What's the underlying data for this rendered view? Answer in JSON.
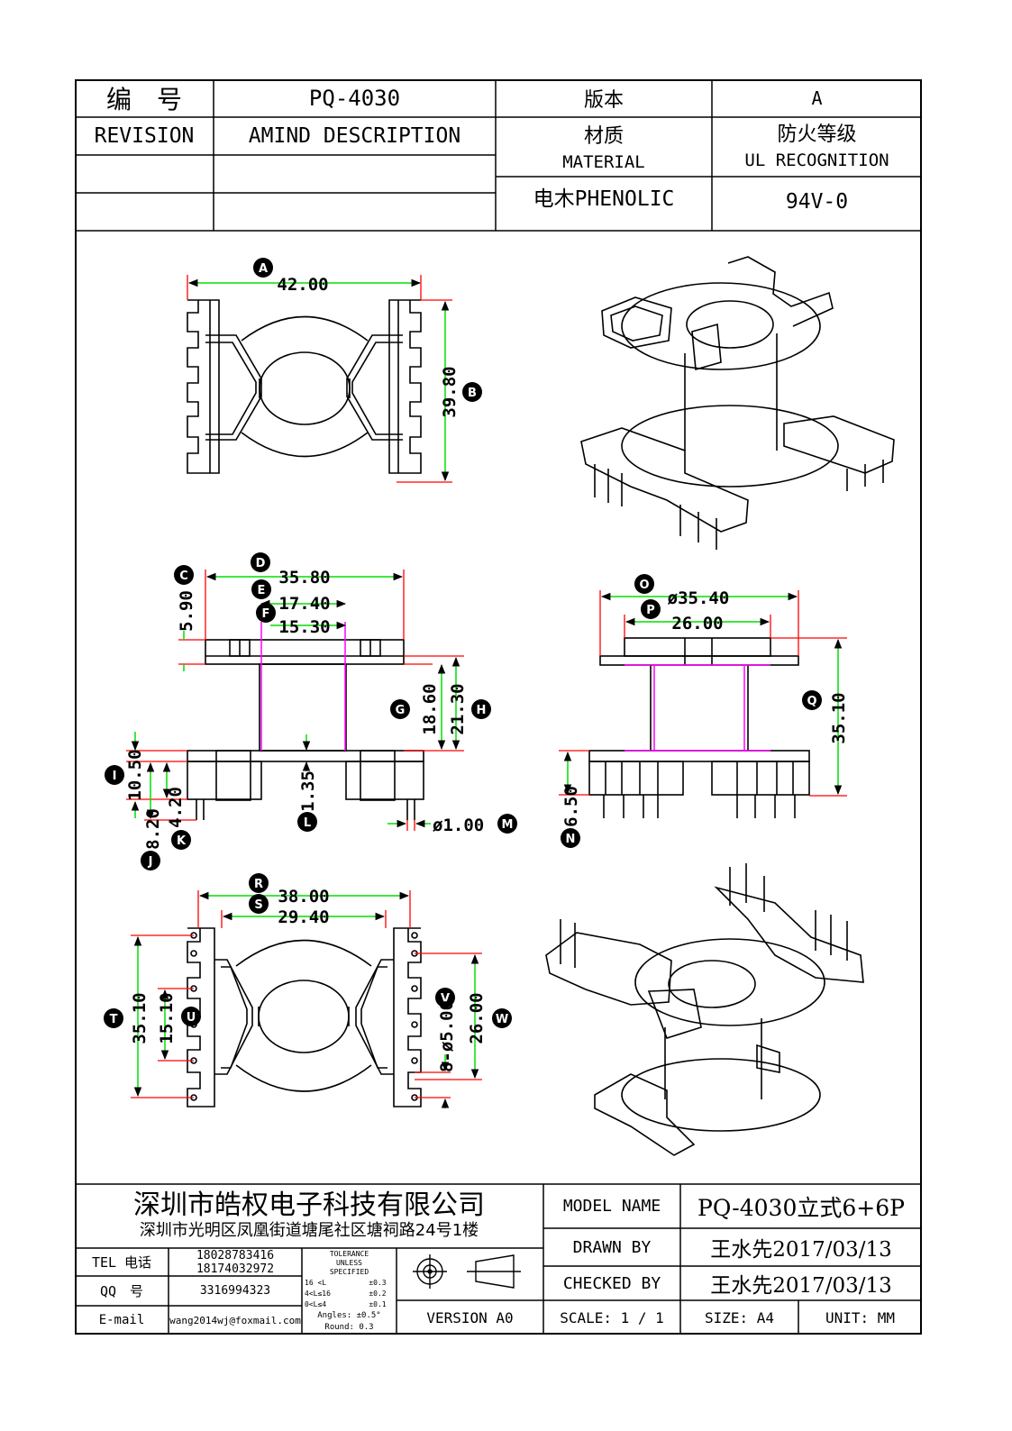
{
  "header": {
    "bianhao_label": "编　号",
    "part_no": "PQ-4030",
    "version_label": "版本",
    "version_value": "A",
    "revision_label": "REVISION",
    "amind_label": "AMIND DESCRIPTION",
    "material_cn": "材质",
    "material_en": "MATERIAL",
    "fire_cn": "防火等级",
    "fire_en": "UL RECOGNITION",
    "material_value": "电木PHENOLIC",
    "fire_value": "94V-0"
  },
  "dimensions": {
    "A": {
      "letter": "A",
      "value": "42.00"
    },
    "B": {
      "letter": "B",
      "value": "39.80"
    },
    "C": {
      "letter": "C",
      "value": "5.90"
    },
    "D": {
      "letter": "D",
      "value": "35.80"
    },
    "E": {
      "letter": "E",
      "value": "17.40"
    },
    "F": {
      "letter": "F",
      "value": "15.30"
    },
    "G": {
      "letter": "G",
      "value": "18.60"
    },
    "H": {
      "letter": "H",
      "value": "21.30"
    },
    "I": {
      "letter": "I",
      "value": "10.50"
    },
    "J": {
      "letter": "J",
      "value": "8.20"
    },
    "K": {
      "letter": "K",
      "value": "4.20"
    },
    "L": {
      "letter": "L",
      "value": "1.35"
    },
    "M": {
      "letter": "M",
      "value": "ø1.00"
    },
    "N": {
      "letter": "N",
      "value": "6.50"
    },
    "O": {
      "letter": "O",
      "value": "ø35.40"
    },
    "P": {
      "letter": "P",
      "value": "26.00"
    },
    "Q": {
      "letter": "Q",
      "value": "35.10"
    },
    "R": {
      "letter": "R",
      "value": "38.00"
    },
    "S": {
      "letter": "S",
      "value": "29.40"
    },
    "T": {
      "letter": "T",
      "value": "35.10"
    },
    "U": {
      "letter": "U",
      "value": "15.10"
    },
    "V": {
      "letter": "V",
      "value": "8-ø5.00"
    },
    "W": {
      "letter": "W",
      "value": "26.00"
    }
  },
  "footer": {
    "company_name": "深圳市皓权电子科技有限公司",
    "company_address": "深圳市光明区凤凰街道塘尾社区塘祠路24号1楼",
    "tel_label": "TEL 电话",
    "tel_1": "18028783416",
    "tel_2": "18174032972",
    "qq_label": "QQ　号",
    "qq_value": "3316994323",
    "email_label": "E-mail",
    "email_value": "wang2014wj@foxmail.com",
    "tol_1": "TOLERANCE",
    "tol_2": "UNLESS",
    "tol_3": "SPECIFIED",
    "tol_r1a": "16 <L",
    "tol_r1b": "±0.3",
    "tol_r2a": "4<L≤16",
    "tol_r2b": "±0.2",
    "tol_r3a": "0<L≤4",
    "tol_r3b": "±0.1",
    "tol_angles": "Angles: ±0.5°",
    "tol_round": "Round: 0.3",
    "version_a0": "VERSION A0",
    "model_label": "MODEL NAME",
    "model_value": "PQ-4030立式6+6P",
    "drawn_label": "DRAWN BY",
    "drawn_value": "王水先2017/03/13",
    "checked_label": "CHECKED BY",
    "checked_value": "王水先2017/03/13",
    "scale_label": "SCALE: 1 / 1",
    "size_label": "SIZE: A4",
    "unit_label": "UNIT: MM"
  }
}
